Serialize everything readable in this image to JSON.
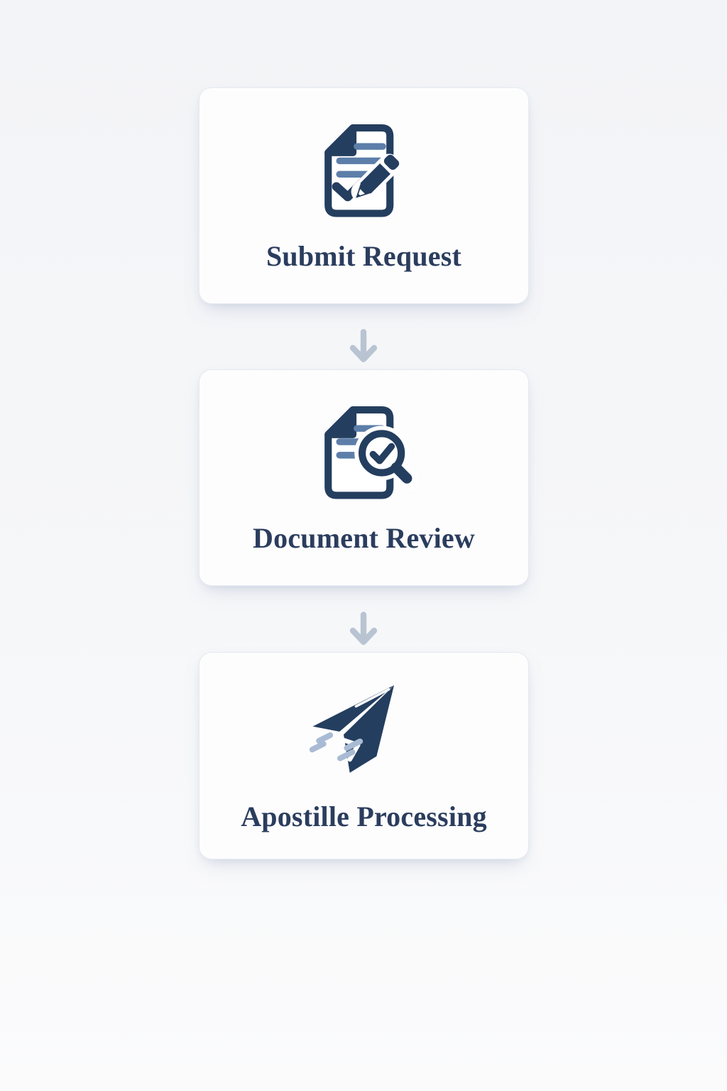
{
  "flow": {
    "steps": [
      {
        "label": "Submit Request",
        "icon": "document-signature-icon"
      },
      {
        "label": "Document Review",
        "icon": "document-magnifier-icon"
      },
      {
        "label": "Apostille Processing",
        "icon": "paper-plane-icon"
      }
    ],
    "connector_icon": "arrow-down-icon"
  },
  "colors": {
    "icon_navy": "#243e5f",
    "title_navy": "#2b3d5e",
    "line_blue": "#5d7ea9",
    "speed_line_blue": "#a9bbd4",
    "arrow_gray": "#b9c4d3",
    "card_background": "#fdfdfe",
    "card_border": "#e6eaf1",
    "page_background": "#f4f5f7"
  }
}
